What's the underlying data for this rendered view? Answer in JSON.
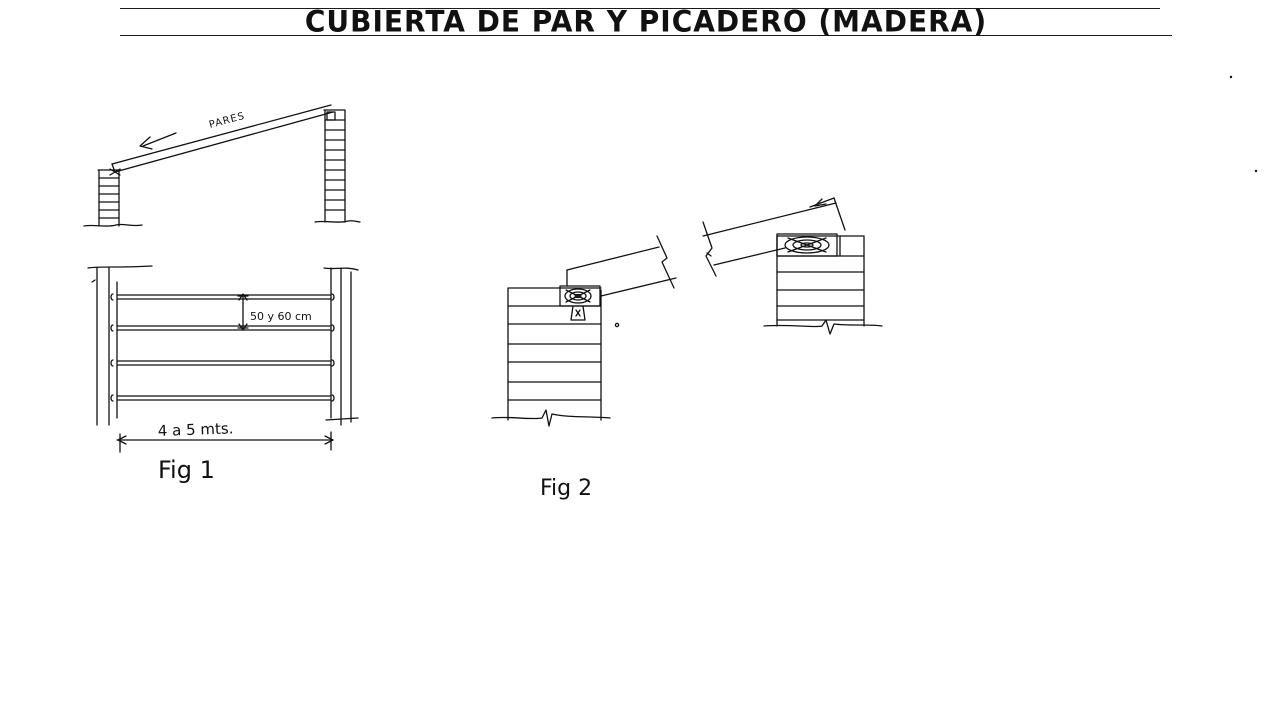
{
  "title": "CUBIERTA DE PAR Y PICADERO (MADERA)",
  "fig1": {
    "rafter_label": "PARES",
    "spacing_label": "50 y 60 cm",
    "span_label": "4 a 5 mts.",
    "caption": "Fig 1"
  },
  "fig2": {
    "caption": "Fig 2"
  },
  "colors": {
    "ink": "#111111",
    "paper": "#ffffff"
  }
}
